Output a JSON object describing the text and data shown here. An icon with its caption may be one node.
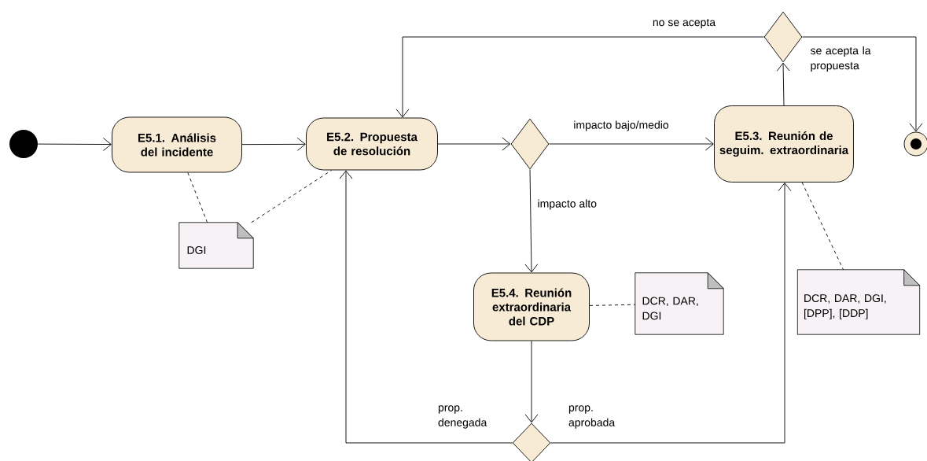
{
  "diagram": {
    "nodes": [
      {
        "text": [],
        "shape": "circle"
      },
      {
        "text": [
          "E5.1. Análisis del incidente"
        ]
      },
      {
        "text": [
          "E5.2. Propuesta de resolución"
        ]
      },
      {
        "text": [],
        "shape": "diamond"
      },
      {
        "text": [
          "E5.3. Reunión de seguim. extraordinaria"
        ]
      },
      {
        "text": [],
        "shape": "diamond"
      },
      {
        "text": [],
        "shape": "circle"
      },
      {
        "text": [
          "E5.4. Reunión extraordinaria del CDP"
        ]
      },
      {
        "text": [],
        "shape": "diamond"
      },
      {
        "text": [
          "DGI"
        ]
      },
      {
        "text": [
          "DCR, DAR, DGI"
        ]
      },
      {
        "text": [
          "DCR, DAR, DGI, [DPP], [DDP]"
        ]
      }
    ],
    "edges": [
      {
        "from": 0,
        "to": 1,
        "arrow": "to"
      },
      {
        "from": 1,
        "to": 2,
        "arrow": "to"
      },
      {
        "from": 2,
        "to": 3,
        "arrow": "to"
      },
      {
        "from": 3,
        "to": 4,
        "arrow": "to",
        "label": "impacto bajo/medio"
      },
      {
        "from": 3,
        "to": 7,
        "arrow": "to",
        "label": "impacto alto"
      },
      {
        "from": 4,
        "to": 5,
        "arrow": "to"
      },
      {
        "from": 5,
        "to": 2,
        "arrow": "to",
        "label": "no se acepta"
      },
      {
        "from": 5,
        "to": 6,
        "arrow": "to",
        "label": "se acepta la propuesta"
      },
      {
        "from": 7,
        "to": 8,
        "arrow": "to"
      },
      {
        "from": 8,
        "to": 2,
        "arrow": "to",
        "label": "prop. denegada"
      },
      {
        "from": 8,
        "to": 4,
        "arrow": "to",
        "label": "prop. aprobada"
      },
      {
        "from": 9,
        "to": 1,
        "arrow": "none",
        "style": "dashed"
      },
      {
        "from": 9,
        "to": 2,
        "arrow": "none",
        "style": "dashed"
      },
      {
        "from": 7,
        "to": 10,
        "arrow": "none",
        "style": "dashed"
      },
      {
        "from": 4,
        "to": 11,
        "arrow": "none",
        "style": "dashed"
      }
    ]
  }
}
